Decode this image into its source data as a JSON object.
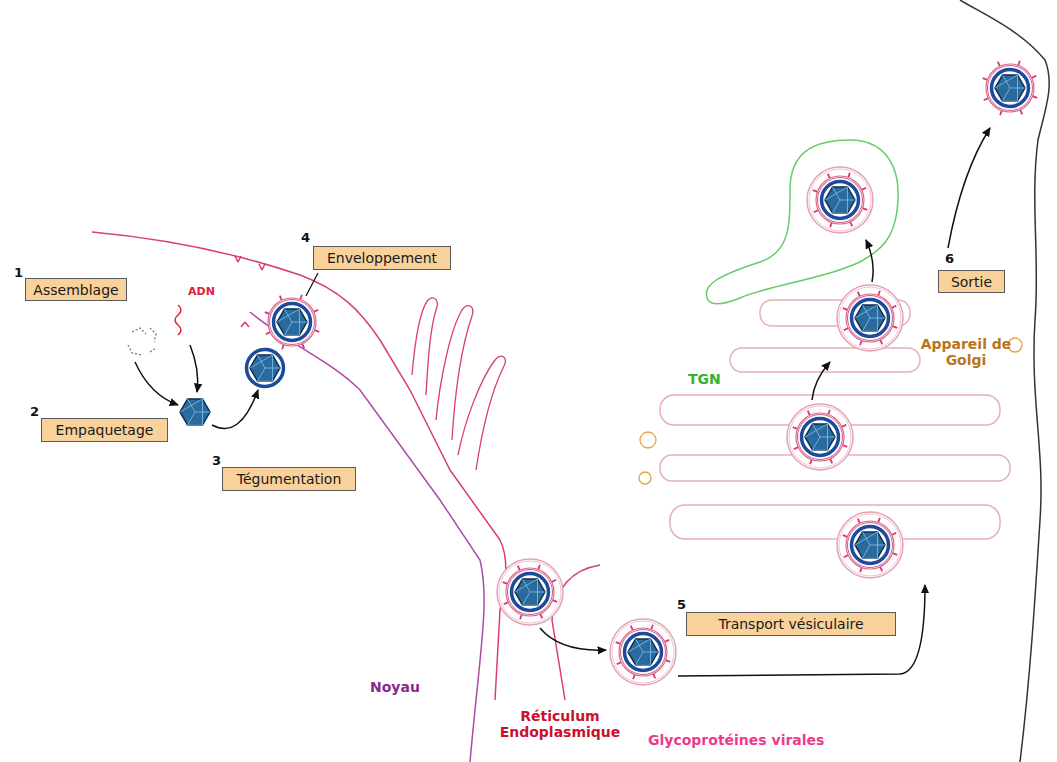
{
  "diagram": {
    "nodes": [
      {
        "text": [
          "1",
          "Assemblage"
        ]
      },
      {
        "text": [
          "2",
          "Empaquetage"
        ]
      },
      {
        "text": [
          "3",
          "Tégumentation"
        ]
      },
      {
        "text": [
          "4",
          "Enveloppement"
        ]
      },
      {
        "text": [
          "5",
          "Transport vésiculaire"
        ]
      },
      {
        "text": [
          "6",
          "Sortie"
        ]
      }
    ],
    "labels": [
      "ADN",
      "TGN",
      "Appareil de Golgi",
      "Noyau",
      "Réticulum Endoplasmique",
      "Glycoprotéines virales"
    ]
  }
}
